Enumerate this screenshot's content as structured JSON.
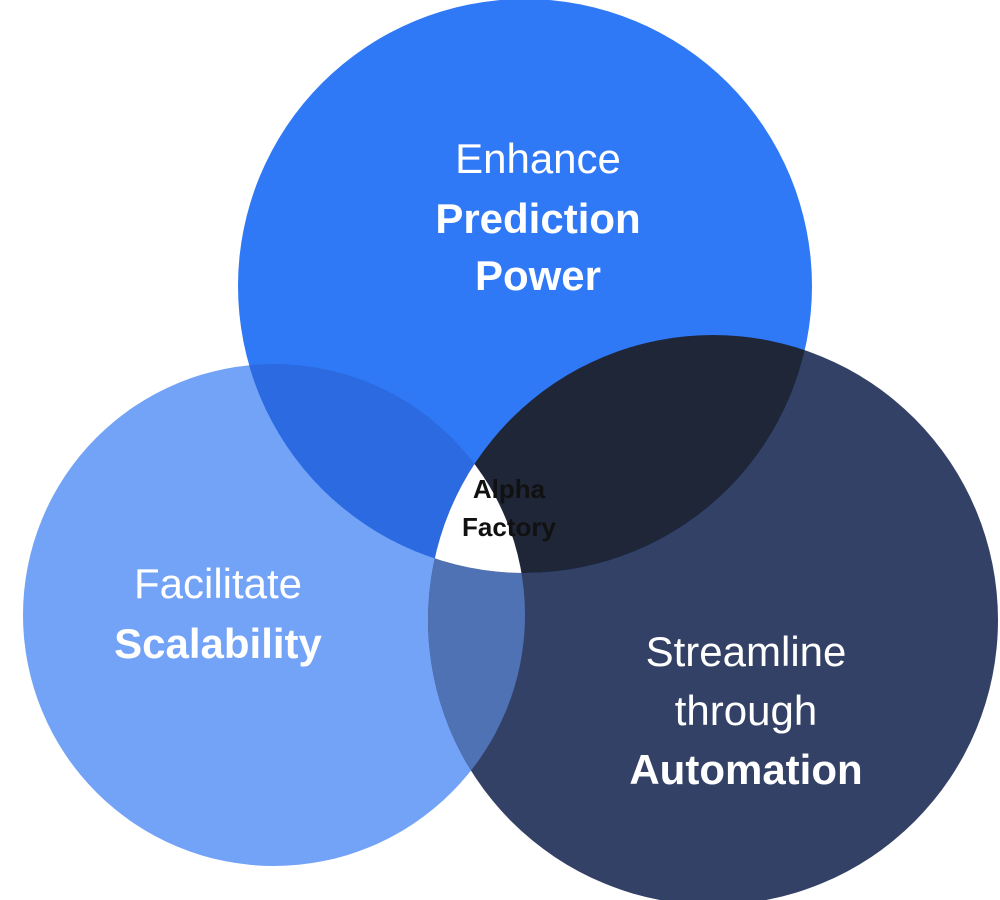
{
  "colors": {
    "top": "#3079F6",
    "left": "#73A3F7",
    "right": "#334166",
    "overlap_top_left": "#2B6AE0",
    "overlap_left_right": "#4F72B5",
    "overlap_top_right": "#1E2638",
    "center": "#FFFFFF",
    "text_light": "#FFFFFF",
    "text_center": "#111111"
  },
  "circles": {
    "top": {
      "line1": "Enhance",
      "line2": "Prediction",
      "line3": "Power"
    },
    "left": {
      "line1": "Facilitate",
      "line2": "Scalability"
    },
    "right": {
      "line1": "Streamline",
      "line2": "through",
      "line3": "Automation"
    }
  },
  "center": {
    "line1": "Alpha",
    "line2": "Factory"
  }
}
